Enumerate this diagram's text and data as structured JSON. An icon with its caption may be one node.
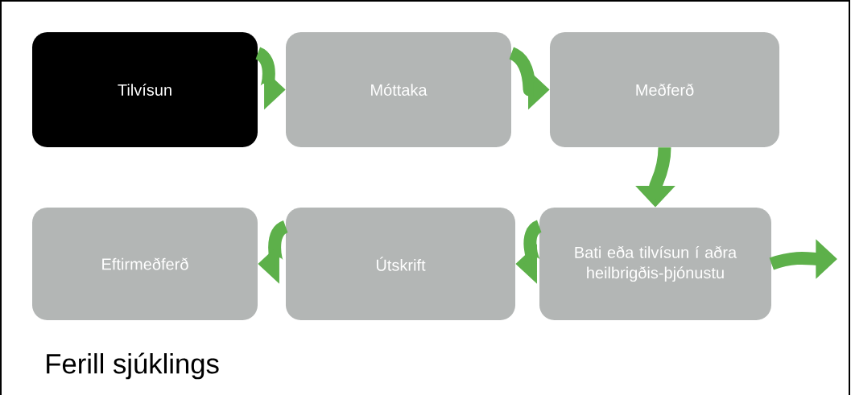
{
  "diagram": {
    "title": "Ferill sjúklings",
    "nodes": [
      {
        "text": [
          "Tilvísun"
        ]
      },
      {
        "text": [
          "Móttaka"
        ]
      },
      {
        "text": [
          "Meðferð"
        ]
      },
      {
        "text": [
          "Bati eða tilvísun í aðra heilbrigðis-þjónustu"
        ]
      },
      {
        "text": [
          "Útskrift"
        ]
      },
      {
        "text": [
          "Eftirmeðferð"
        ]
      }
    ],
    "edges": [
      {
        "from": 0,
        "to": 1,
        "arrow": "to"
      },
      {
        "from": 1,
        "to": 2,
        "arrow": "to"
      },
      {
        "from": 2,
        "to": 3,
        "arrow": "to"
      },
      {
        "from": 3,
        "to": 4,
        "arrow": "to"
      },
      {
        "from": 4,
        "to": 5,
        "arrow": "to"
      },
      {
        "from": 3,
        "to": null,
        "arrow": "to"
      }
    ]
  }
}
